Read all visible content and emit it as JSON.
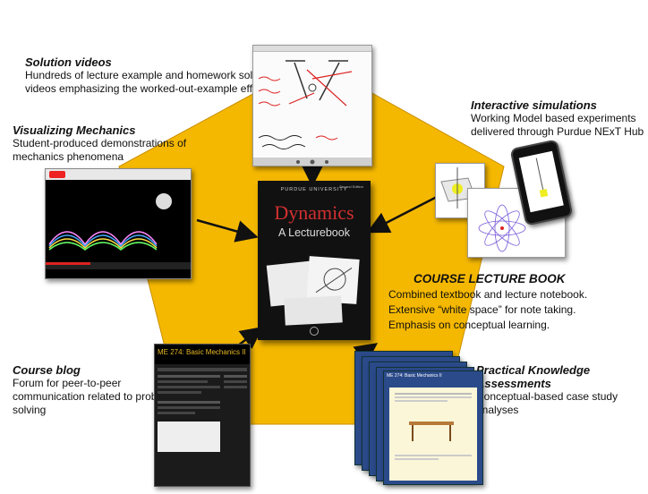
{
  "colors": {
    "pentagon": "#f5b800",
    "pentagon_stroke": "#c98f00",
    "arrow": "#111111"
  },
  "sections": {
    "solution_videos": {
      "title": "Solution videos",
      "desc": [
        "Hundreds of lecture example and homework solution",
        "videos emphasizing the worked-out-example effect"
      ]
    },
    "interactive_simulations": {
      "title": "Interactive simulations",
      "desc": [
        "Working Model based experiments",
        "delivered through Purdue NExT Hub"
      ]
    },
    "visualizing_mechanics": {
      "title": "Visualizing Mechanics",
      "desc": [
        "Student-produced demonstrations of",
        "mechanics phenomena"
      ]
    },
    "course_lecture_book": {
      "title": "COURSE LECTURE BOOK",
      "desc": [
        "Combined textbook and lecture notebook.",
        "Extensive “white space” for note taking.",
        "Emphasis on conceptual learning."
      ]
    },
    "course_blog": {
      "title": "Course blog",
      "desc": [
        "Forum for peer-to-peer",
        "communication related to problem",
        "solving"
      ]
    },
    "practical_knowledge": {
      "title": "Practical Knowledge Assessments",
      "desc": [
        "Conceptual-based case study",
        "analyses"
      ]
    }
  },
  "book": {
    "publisher": "PURDUE UNIVERSITY",
    "edition": "Second Edition",
    "title": "Dynamics",
    "subtitle": "A Lecturebook"
  },
  "blog": {
    "header": "ME 274: Basic Mechanics II"
  },
  "assessments": {
    "header": "ME 274: Basic Mechanics II"
  }
}
